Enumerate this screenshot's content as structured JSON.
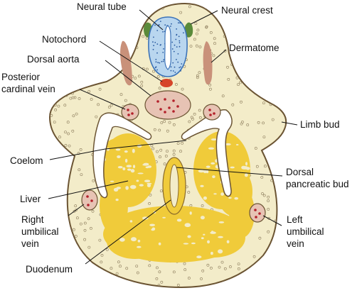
{
  "labels": {
    "neural_tube": "Neural tube",
    "neural_crest": "Neural crest",
    "notochord": "Notochord",
    "dermatome": "Dermatome",
    "dorsal_aorta": "Dorsal aorta",
    "posterior_cardinal_vein": [
      "Posterior",
      "cardinal vein"
    ],
    "limb_bud": "Limb bud",
    "coelom": "Coelom",
    "dorsal_pancreatic_bud": [
      "Dorsal",
      "pancreatic bud"
    ],
    "liver": "Liver",
    "right_umbilical_vein": [
      "Right",
      "umbilical",
      "vein"
    ],
    "left_umbilical_vein": [
      "Left",
      "umbilical",
      "vein"
    ],
    "duodenum": "Duodenum"
  },
  "colors": {
    "body_fill": "#f3ecc9",
    "outline": "#6b5433",
    "liver": "#f0cb3a",
    "neural_tube": "#b9d6ef",
    "neural_tube_border": "#3c73b8",
    "neural_crest": "#5a8a3a",
    "dermatome": "#c9917a",
    "vessel": "#e7c3b4",
    "vessel_dot": "#b3202a",
    "notochord": "#d6452a",
    "coelom": "#ffffff"
  }
}
